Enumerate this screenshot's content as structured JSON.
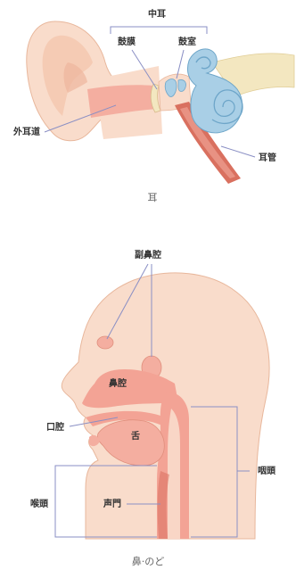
{
  "colors": {
    "skin": "#f9dccb",
    "skin_dark": "#f2c2a8",
    "skin_outline": "#e8b79c",
    "canal_pink": "#f4aea0",
    "tube_red": "#d9705f",
    "cavity": "#f3a395",
    "inner_ear_blue": "#a9cfe6",
    "inner_ear_line": "#6ea6c9",
    "nerve_yellow": "#f3e7c0",
    "leader": "#8a8fc4",
    "text": "#333333",
    "caption": "#666666"
  },
  "ear": {
    "labels": {
      "middle_ear": "中耳",
      "eardrum": "鼓膜",
      "tympanic_cavity": "鼓室",
      "ear_canal": "外耳道",
      "eustachian_tube": "耳管"
    },
    "caption": "耳"
  },
  "nose_throat": {
    "labels": {
      "paranasal_sinus": "副鼻腔",
      "nasal_cavity": "鼻腔",
      "oral_cavity": "口腔",
      "tongue": "舌",
      "pharynx": "咽頭",
      "larynx": "喉頭",
      "glottis": "声門"
    },
    "caption": "鼻·のど"
  }
}
